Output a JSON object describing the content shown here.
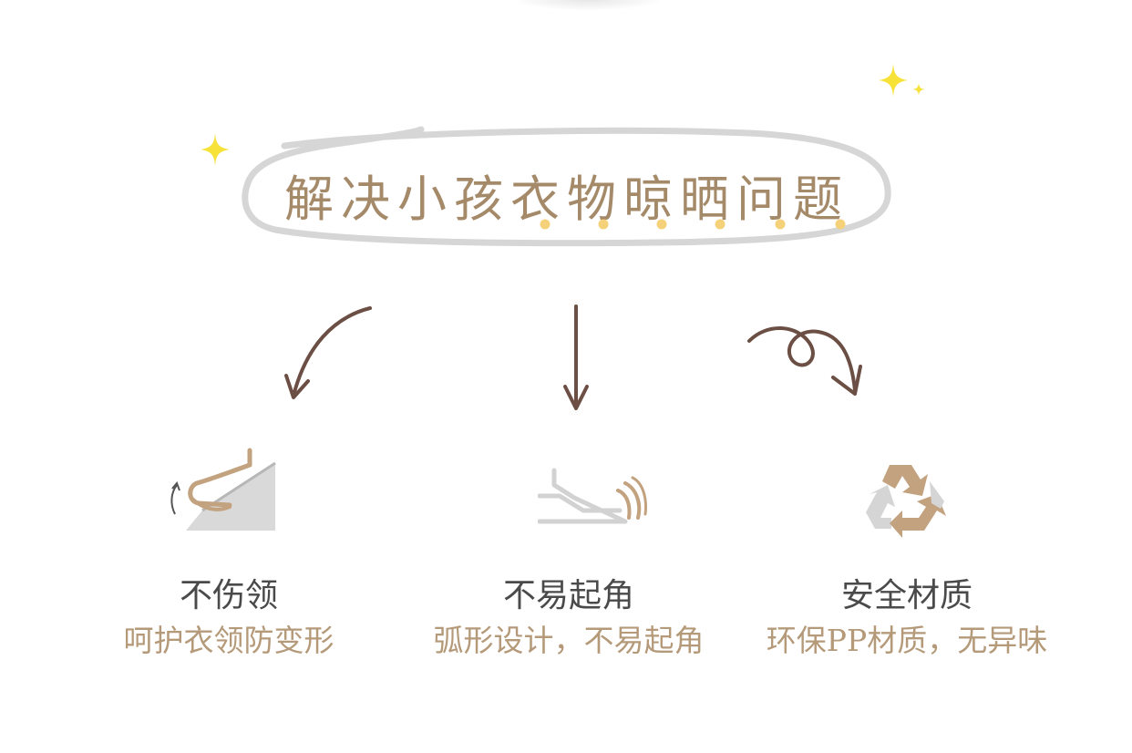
{
  "title": "解决小孩衣物晾晒问题",
  "colors": {
    "title": "#a58a6a",
    "oval": "#d6d6d6",
    "dots": "#f5d27a",
    "sparkle": "#f7e23a",
    "arrow": "#6b4f45",
    "feature_title": "#4a4a4a",
    "feature_sub": "#b59a7a",
    "icon_tan": "#c2a27f",
    "icon_gray": "#cfcfcf"
  },
  "features": [
    {
      "title": "不伤领",
      "subtitle": "呵护衣领防变形",
      "icon": "hanger-collar-icon"
    },
    {
      "title": "不易起角",
      "subtitle": "弧形设计，不易起角",
      "icon": "curved-hanger-icon"
    },
    {
      "title": "安全材质",
      "subtitle": "环保PP材质，无异味",
      "icon": "recycle-icon"
    }
  ]
}
